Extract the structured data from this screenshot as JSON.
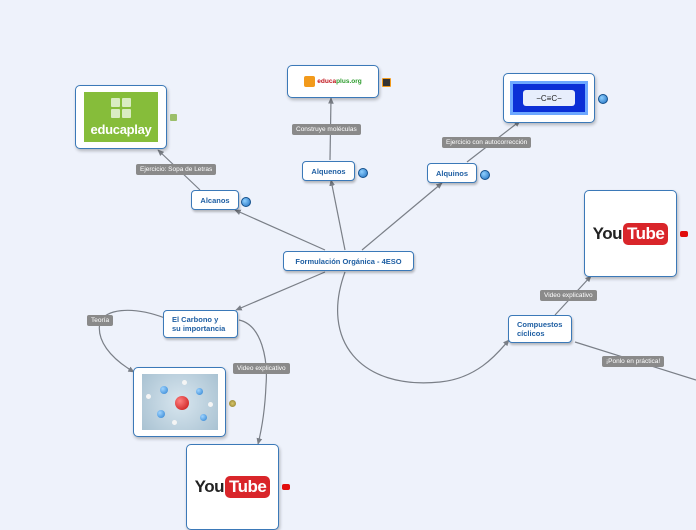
{
  "central": {
    "label": "Formulación Orgánica - 4ESO"
  },
  "topics": {
    "alcanos": "Alcanos",
    "alquenos": "Alquenos",
    "alquinos": "Alquinos",
    "carbono": [
      "El Carbono y",
      "su importancia"
    ],
    "ciclicos": [
      "Compuestos",
      "cíclicos"
    ]
  },
  "links": {
    "alcanos": "Ejercicio: Sopa de Letras",
    "alquenos": "Construye moléculas",
    "alquinos": "Ejercicio con autocorrección",
    "teoria": "Teoría",
    "carbono_video": "Video explicativo",
    "ciclicos_video": "Video explicativo",
    "practica": "¡Ponlo en práctica!"
  },
  "logos": {
    "educaplay": "educaplay",
    "educaplus": [
      "educa",
      "plus.org"
    ],
    "youtube_you": "You",
    "youtube_tube": "Tube",
    "alkyne_formula": "−C≡C−"
  },
  "colors": {
    "node_border": "#3b79b8",
    "node_text": "#1f5fa3",
    "connector": "#7a7f87",
    "label_bg": "#8a8a8a",
    "background": "#eef2fb"
  },
  "icons": [
    "globe-icon",
    "youtube-icon",
    "educaplay-icon",
    "educaplus-icon"
  ]
}
